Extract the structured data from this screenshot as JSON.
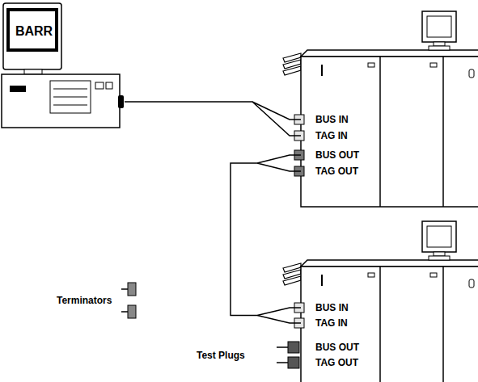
{
  "diagram": {
    "nodes": [
      {
        "text": [
          "BARR"
        ]
      },
      {
        "text": [
          "BUS IN",
          "TAG IN",
          "BUS OUT",
          "TAG OUT"
        ]
      },
      {
        "text": [
          "BUS IN",
          "TAG IN",
          "BUS OUT",
          "TAG OUT"
        ]
      }
    ],
    "edges": [
      {
        "from": 0,
        "to": 1,
        "arrow": "none"
      },
      {
        "from": 1,
        "to": 2,
        "arrow": "none"
      }
    ],
    "labels": [
      "Terminators",
      "Test Plugs"
    ]
  }
}
